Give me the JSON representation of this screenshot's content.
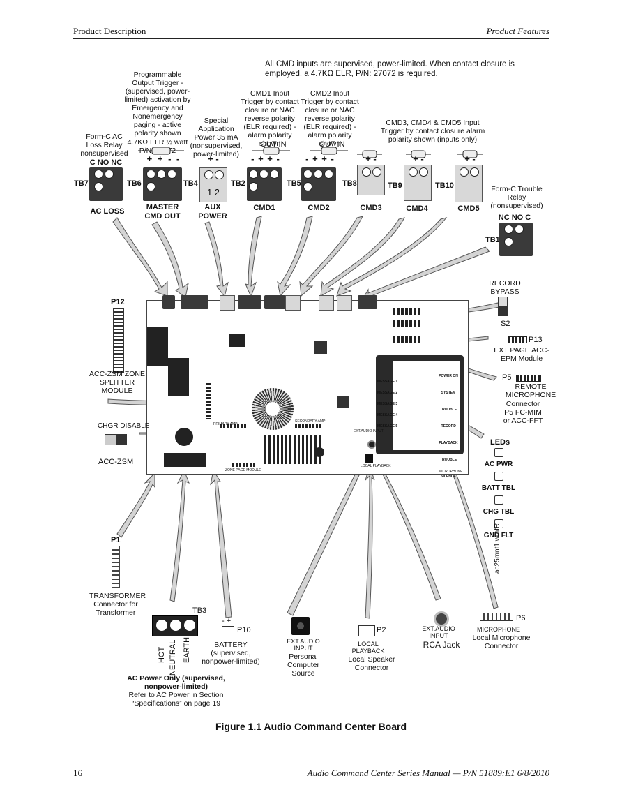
{
  "header": {
    "left": "Product Description",
    "right": "Product Features"
  },
  "intro": "All CMD inputs are supervised, power-limited.  When contact closure is employed, a 4.7KΩ ELR, P/N: 27072 is required.",
  "notes": {
    "prog_output": "Programmable Output Trigger - (supervised, power-limited) activation by Emergency and Nonemergency paging - active polarity shown 4.7KΩ ELR ½ watt P/N: 27072",
    "special_power": "Special Application Power 35 mA (nonsupervised, power-limited)",
    "formc_ac": "Form-C AC Loss Relay nonsupervised",
    "cmd1_input": "CMD1 Input Trigger by contact closure or NAC reverse polarity (ELR required) - alarm polarity shown",
    "cmd2_input": "CMD2 Input Trigger by contact closure or NAC reverse polarity (ELR required) - alarm polarity shown",
    "out_in": "OUT   IN",
    "cmd345_input": "CMD3, CMD4 & CMD5 Input Trigger by contact closure alarm polarity shown (inputs only)",
    "formc_trouble": "Form-C Trouble Relay (nonsupervised)"
  },
  "terminals": {
    "tb7": {
      "id": "TB7",
      "top": "C NO NC",
      "nums": "123",
      "label": "AC LOSS"
    },
    "tb6": {
      "id": "TB6",
      "top": "+ + - -",
      "nums": "1234",
      "label": "MASTER CMD OUT"
    },
    "tb4": {
      "id": "TB4",
      "top": "+  -",
      "nums": "1  2",
      "label": "AUX POWER"
    },
    "tb2": {
      "id": "TB2",
      "top": "- + + -",
      "nums": "1234",
      "label": "CMD1"
    },
    "tb5": {
      "id": "TB5",
      "top": "- + + -",
      "nums": "1234",
      "label": "CMD2"
    },
    "tb8": {
      "id": "TB8",
      "top": "+ -",
      "label": "CMD3"
    },
    "tb9": {
      "id": "TB9",
      "top": "+ -",
      "label": "CMD4"
    },
    "tb10": {
      "id": "TB10",
      "top": "+ -",
      "label": "CMD5"
    },
    "tb1": {
      "id": "TB1",
      "top": "NC NO C",
      "nums": "123"
    }
  },
  "board": {
    "p12": "P12",
    "zone_splitter": "ACC-ZSM ZONE SPLITTER MODULE",
    "chgr_disable": "CHGR DISABLE",
    "acc_zsm": "ACC-ZSM",
    "record_bypass": "RECORD BYPASS",
    "s2": "S2",
    "p13": "P13",
    "ext_page": "EXT PAGE ACC-EPM Module",
    "p5": "P5",
    "remote_mic": "REMOTE MICROPHONE",
    "connector_p5": "Connector P5 FC-MIM or ACC-FFT",
    "leds_title": "LEDs",
    "leds": [
      "AC PWR",
      "BATT TBL",
      "CHG TBL",
      "GND FLT"
    ],
    "primary_amp": "PRIMARY AMP",
    "secondary_amp": "SECONDARY AMP",
    "zone_page_module": "ZONE PAGE MODULE",
    "messages": [
      "MESSAGE 1",
      "MESSAGE 2",
      "MESSAGE 3",
      "MESSAGE 4",
      "MESSAGE 5"
    ],
    "buttons": [
      "POWER ON",
      "SYSTEM TROUBLE",
      "RECORD PLAYBACK",
      "TROUBLE SILENCE"
    ],
    "ext_audio_input": "EXT.AUDIO INPUT",
    "local_playback": "LOCAL PLAYBACK",
    "microphone": "MICROPHONE",
    "side_code": "ac25mnt1.wmfR"
  },
  "bottom": {
    "p1": "P1",
    "transformer": "TRANSFORMER",
    "transformer_connector": "Connector for Transformer",
    "tb3": "TB3",
    "tb3_labels": [
      "HOT",
      "NEUTRAL",
      "EARTH"
    ],
    "ac_power": "AC Power Only (supervised, nonpower-limited)",
    "ac_power_ref": "Refer to AC Power in Section “Specifications” on page 19",
    "p10": "P10",
    "p10_pol": "-  +",
    "battery": "BATTERY (supervised, nonpower-limited)",
    "ext_audio": "EXT.AUDIO INPUT",
    "personal_computer": "Personal Computer Source",
    "p2": "P2",
    "local_playback": "LOCAL PLAYBACK",
    "local_speaker": "Local Speaker Connector",
    "rca_ext": "EXT.AUDIO INPUT",
    "rca_jack": "RCA Jack",
    "p6": "P6",
    "microphone": "MICROPHONE",
    "local_mic": "Local Microphone Connector"
  },
  "caption": "Figure 1.1  Audio Command Center Board",
  "footer": {
    "page": "16",
    "manual": "Audio Command Center Series Manual — P/N 51889:E1  6/8/2010"
  }
}
